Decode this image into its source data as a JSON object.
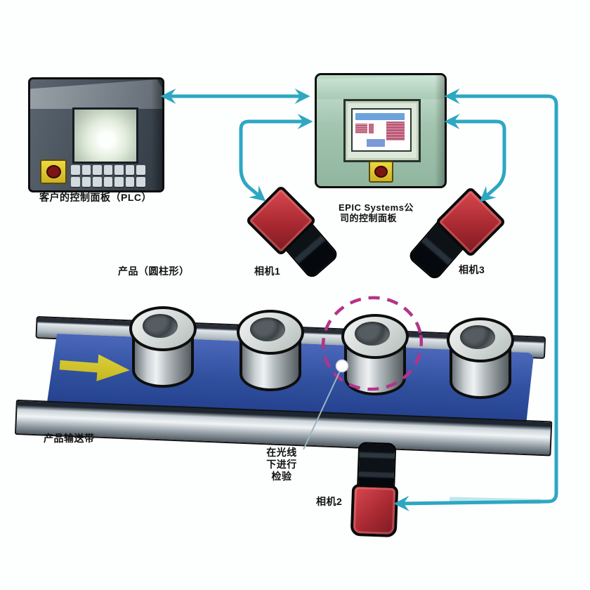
{
  "diagram": {
    "type": "machine-vision-inspection-system",
    "labels": {
      "plc_panel": "客户的控制面板（PLC）",
      "epic_panel_line1": "EPIC Systems公",
      "epic_panel_line2": "司的控制面板",
      "product": "产品（圆柱形）",
      "camera1": "相机1",
      "camera2": "相机2",
      "camera3": "相机3",
      "conveyor": "产品输送带",
      "inspection_line1": "在光线",
      "inspection_line2": "下进行",
      "inspection_line3": "检验"
    },
    "colors": {
      "connection_arrow": "#2da7c2",
      "camera_body_red": "#a5272f",
      "belt_blue": "#30509e",
      "belt_direction_arrow_yellow": "#d8cc2e",
      "inspection_circle_magenta": "#b5338a",
      "epic_panel_green": "#a3c5b0",
      "plc_panel_gray": "#434d57",
      "estop_yellow": "#e0cc34",
      "estop_red_dot": "#7d1414"
    }
  }
}
